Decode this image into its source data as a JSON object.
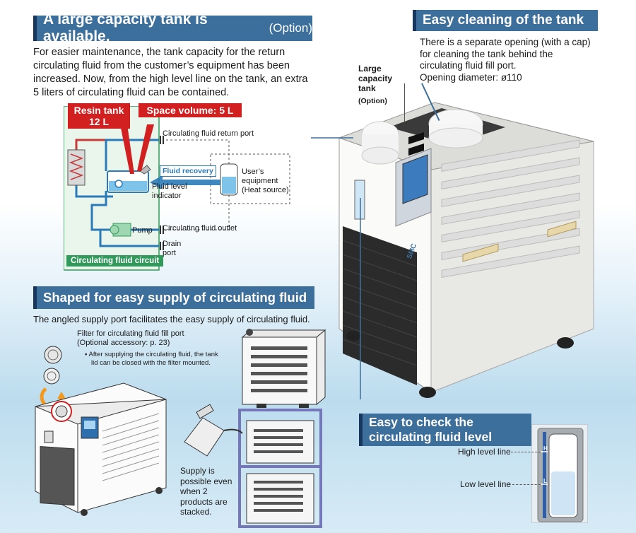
{
  "section1": {
    "title": "A large capacity tank is available.",
    "title_option": "(Option)",
    "body": "For easier maintenance, the tank capacity for the return circulating fluid from the customer’s equipment has been increased. Now, from the high level line on the tank, an extra 5 liters of circulating fluid can be contained.",
    "diagram": {
      "resin_tank_line1": "Resin tank",
      "resin_tank_line2": "12 L",
      "space_volume": "Space volume: 5 L",
      "return_port": "Circulating fluid return port",
      "fluid_recovery": "Fluid recovery",
      "users_equipment_1": "User’s",
      "users_equipment_2": "equipment",
      "users_equipment_3": "(Heat source)",
      "fluid_level_1": "Fluid level",
      "fluid_level_2": "indicator",
      "pump": "Pump",
      "outlet": "Circulating fluid outlet",
      "drain_1": "Drain",
      "drain_2": "port",
      "circuit_label": "Circulating fluid circuit"
    }
  },
  "section2": {
    "title": "Shaped for easy supply of circulating fluid",
    "body": "The angled supply port facilitates the easy supply of circulating fluid.",
    "filter_1": "Filter for circulating fluid fill port",
    "filter_2": "(Optional accessory: p. 23)",
    "filter_note_1": "After supplying the circulating fluid, the tank",
    "filter_note_2": "lid can be closed with the filter mounted.",
    "supply_1": "Supply is",
    "supply_2": "possible even",
    "supply_3": "when 2",
    "supply_4": "products are",
    "supply_5": "stacked."
  },
  "section3": {
    "title": "Easy cleaning of the tank",
    "body_1": "There is a separate opening (with a cap)",
    "body_2": "for cleaning the tank behind the",
    "body_3": "circulating fluid fill port.",
    "body_4": "Opening diameter: ø110"
  },
  "product_callout": {
    "line1": "Large",
    "line2": "capacity",
    "line3": "tank",
    "line4": "(Option)"
  },
  "section4": {
    "title_1": "Easy to check the",
    "title_2": "circulating fluid level",
    "high": "High level line",
    "low": "Low level line",
    "gauge_h": "H",
    "gauge_l": "L"
  },
  "brand": "SMC",
  "colors": {
    "header_blue": "#3d6f9c",
    "accent_navy": "#17375e",
    "red_label": "#d21f1f",
    "circuit_green": "#2f9a5a",
    "pipe_blue": "#2a7ab8"
  }
}
